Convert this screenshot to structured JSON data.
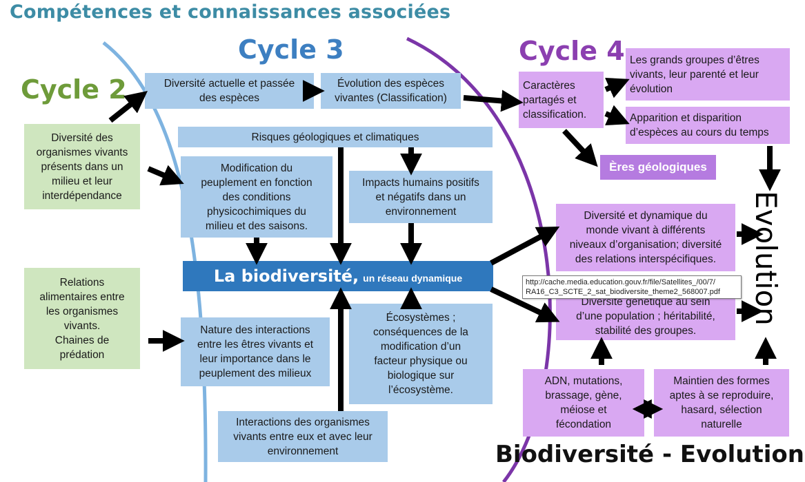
{
  "heading": "Compétences et connaissances associées",
  "cycles": {
    "c2": "Cycle 2",
    "c3": "Cycle 3",
    "c4": "Cycle 4"
  },
  "cycle2_boxes": [
    "Diversité des\norganismes vivants\nprésents dans un\nmilieu et leur\ninterdépendance",
    "Relations\nalimentaires entre\nles organismes\nvivants.\nChaines de\nprédation"
  ],
  "cycle3_boxes": {
    "diversite": "Diversité actuelle et passée\ndes espèces",
    "evolution_especes": "Évolution des espèces\nvivantes (Classification)",
    "risques": "Risques géologiques et climatiques",
    "modification": "Modification du\npeuplement en fonction\ndes conditions\nphysicochimiques du\nmilieu et des saisons.",
    "impacts": "Impacts humains positifs\net négatifs dans un\nenvironnement",
    "nature": "Nature des interactions\nentre les êtres vivants et\nleur importance dans le\npeuplement des milieux",
    "ecosystemes": "Écosystèmes  ;\nconséquences de la\nmodification d’un\nfacteur physique ou\nbiologique sur\nl’écosystème.",
    "interactions": "Interactions des organismes\nvivants entre eux et avec leur\nenvironnement"
  },
  "center": {
    "main": "La biodiversité,",
    "sub": "un réseau dynamique"
  },
  "cycle4_boxes": {
    "caracteres": "Caractères\npartagés et\nclassification.",
    "grands_groupes": "Les grands groupes d’êtres\nvivants, leur parenté et leur\névolution",
    "apparition": "Apparition et disparition\nd’espèces au cours du temps",
    "eres": "Ères géologiques",
    "diversite_dynamique": "Diversité et dynamique du\nmonde vivant à différents\nniveaux d’organisation; diversité\ndes relations interspécifiques.",
    "genetique": "Diversité génétique au sein\nd’une population ; héritabilité,\nstabilité des groupes.",
    "adn": "ADN, mutations,\nbrassage, gène,\nméiose et\nfécondation",
    "maintien": "Maintien des formes\naptes à se reproduire,\nhasard, sélection\nnaturelle"
  },
  "evolution_label": "Evolution",
  "footer": "Biodiversité - Evolution",
  "tooltip": "http://cache.media.education.gouv.fr/file/Satellites_/00/7/\nRA16_C3_SCTE_2_sat_biodiversite_theme2_568007.pdf",
  "colors": {
    "blue_box": "#a9cbea",
    "green_box": "#cfe6bf",
    "purple_box": "#d9a8f2",
    "center": "#2f78bd"
  }
}
